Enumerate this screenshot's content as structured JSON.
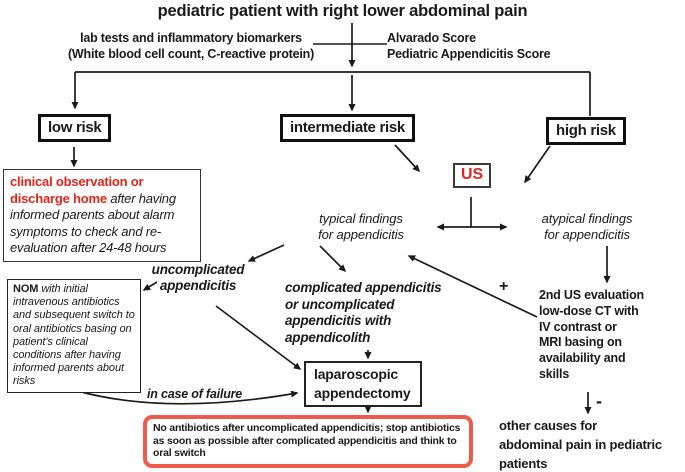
{
  "title": "pediatric patient with right lower abdominal pain",
  "top": {
    "lab_tests": "lab tests and inflammatory biomarkers\n(White blood cell count, C-reactive protein)",
    "scores": "Alvarado Score\nPediatric Appendicitis Score"
  },
  "risk_nodes": {
    "low": "low risk",
    "intermediate": "intermediate risk",
    "high": "high risk"
  },
  "us_label": "US",
  "clinical_box": {
    "highlight": "clinical observation or discharge home",
    "rest": " after having informed parents about alarm symptoms to check and re-evaluation after 24-48 hours"
  },
  "findings": {
    "typical": "typical findings\nfor appendicitis",
    "atypical": "atypical findings\nfor appendicitis"
  },
  "diagnosis": {
    "uncomplicated": "uncomplicated\nappendicitis",
    "complicated": "complicated appendicitis\nor uncomplicated\nappendicitis with\nappendicolith"
  },
  "nom_box": {
    "highlight": "NOM",
    "rest": " with initial intravenous antibiotics and subsequent switch to oral antibiotics basing on patient's clinical conditions after having informed parents about risks"
  },
  "surgery_box": "laparoscopic\nappendectomy",
  "failure_label": "in case of failure",
  "note_box": "No antibiotics after uncomplicated appendicitis; stop antibiotics\nas soon as possible after complicated appendicitis and think to\noral switch",
  "imaging": {
    "plus": "+",
    "minus": "-",
    "second_evaluation": "2nd US evaluation\nlow-dose CT with\nIV contrast or\nMRI basing on\navailability and\nskills",
    "other_causes": "other causes for\nabdominal pain in pediatric\npatients"
  },
  "colors": {
    "red_text": "#e1251b",
    "note_border": "#ef5b49",
    "line": "#1b1b1b"
  }
}
